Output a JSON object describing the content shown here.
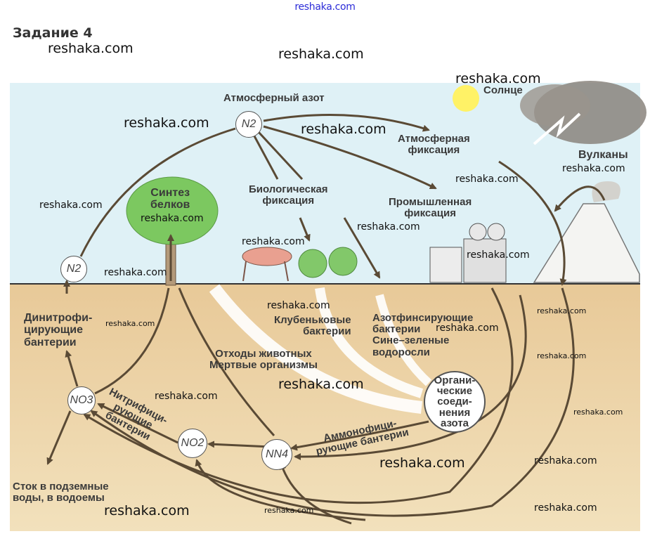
{
  "header": {
    "site_link": "reshaka.com",
    "task_title": "Задание 4"
  },
  "diagram": {
    "title": "Круговорот азота",
    "nodes": {
      "n2_atmosphere": "N2",
      "n2_denitrified": "N2",
      "no3": "NO3",
      "no2": "NO2",
      "nh4": "NN4",
      "organic": "Органи-\nческие\nсоеди-\nнения\nазота"
    },
    "labels": {
      "atmospheric_nitrogen": "Атмосферный азот",
      "sun": "Солнце",
      "atmospheric_fixation": "Атмосферная\nфиксация",
      "volcanoes": "Вулканы",
      "biological_fixation": "Биологическая\nфиксация",
      "industrial_fixation": "Промышленная\nфиксация",
      "protein_synthesis": "Синтез\nбелков",
      "denitrifying_bacteria": "Динитрофи-\nцирующие\nбантерии",
      "nodule_bacteria": "Клубеньковые\nбактерии",
      "nitrogen_fixing_bacteria": "Азотфинсирующие\nбактерии\nСине–зеленые\nводоросли",
      "animal_waste": "Отходы животных\nМертвые организмы",
      "nitrifying_bacteria": "Нитрифици-\nрующие\nбантерии",
      "ammonifying_bacteria": "Аммонофици-\nрующие бантерии",
      "runoff": "Сток в подземные\nводы, в водоемы"
    },
    "colors": {
      "sky": "#dff1f6",
      "soil": "#ecd3a6",
      "arrow": "#5a4a35",
      "tree": "#7cc860",
      "sun": "#fff266",
      "cloud": "#8a847c"
    }
  },
  "watermarks": [
    "reshaka.com",
    "reshaka.com",
    "reshaka.com",
    "reshaka.com",
    "reshaka.com",
    "reshaka.com",
    "reshaka.com",
    "reshaka.com",
    "reshaka.com",
    "reshaka.com",
    "reshaka.com",
    "reshaka.com",
    "reshaka.com",
    "reshaka.com",
    "reshaka.com",
    "reshaka.com",
    "reshaka.com",
    "reshaka.com",
    "reshaka.com",
    "reshaka.com",
    "reshaka.com",
    "reshaka.com",
    "reshaka.com",
    "reshaka.com"
  ]
}
